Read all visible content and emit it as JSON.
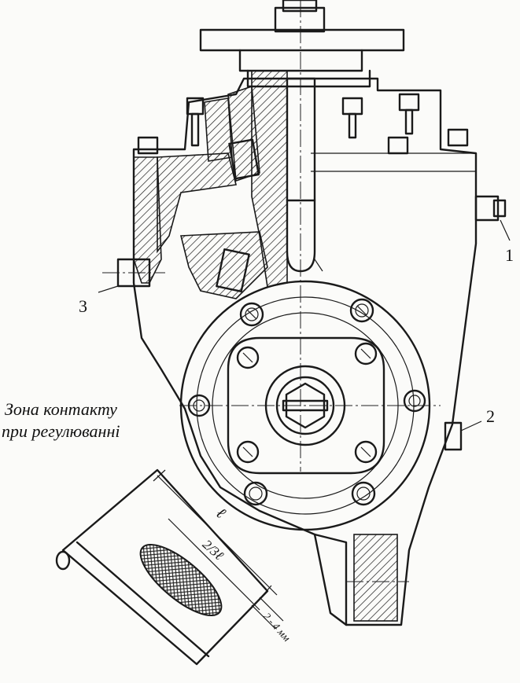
{
  "labels": {
    "one": "1",
    "two": "2",
    "three": "3"
  },
  "caption": {
    "line1": "Зона контакту",
    "line2": "при регулюванні"
  },
  "dimensions": {
    "length": "ℓ",
    "two_thirds": "2/3ℓ",
    "offset": "2 - 4 мм"
  },
  "colors": {
    "ink": "#1a1a1a",
    "paper": "#fbfbf9"
  }
}
